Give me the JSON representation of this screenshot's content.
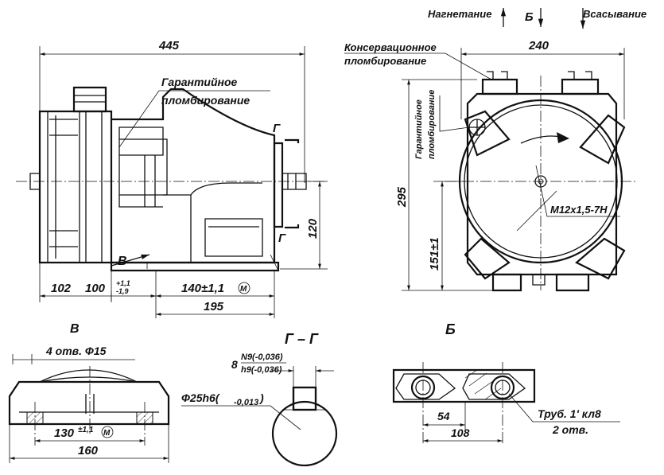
{
  "flow": {
    "discharge": "Нагнетание",
    "suction": "Всасывание",
    "view_b": "Б"
  },
  "front_view": {
    "dim_overall": "445",
    "warranty_seal": "Гарантийное",
    "warranty_seal_2": "пломбирование",
    "section_g_top": "Г",
    "section_g_bottom": "Г",
    "view_v_arrow": "В",
    "dim_102": "102",
    "dim_100": "100",
    "dim_100_tol_up": "+1,1",
    "dim_100_tol_dn": "-1,9",
    "dim_140": "140±1,1",
    "dim_140_mark": "M",
    "dim_195": "195",
    "dim_120": "120"
  },
  "side_view": {
    "dim_240": "240",
    "conservation_seal": "Консервационное",
    "conservation_seal_2": "пломбирование",
    "warranty_seal_v": "Гарантийное",
    "warranty_seal_v2": "пломбирование",
    "dim_295": "295",
    "dim_151": "151±1",
    "thread": "M12x1,5-7H"
  },
  "view_v": {
    "label": "В",
    "holes": "4 отв. Ф15",
    "dim_130": "130",
    "dim_130_tol": "±1,1",
    "dim_130_mark": "M",
    "dim_160": "160"
  },
  "section_gg": {
    "label": "Г – Г",
    "key_width": "8",
    "key_tol_1": "N9(-0,036)",
    "key_tol_2": "h9(-0,036)",
    "shaft": "Ф25h6(",
    "shaft_tol": "-0,013",
    "shaft_close": ")"
  },
  "view_b": {
    "label": "Б",
    "dim_54": "54",
    "dim_108": "108",
    "pipe": "Труб. 1' кл8",
    "pipe_count": "2 отв."
  }
}
